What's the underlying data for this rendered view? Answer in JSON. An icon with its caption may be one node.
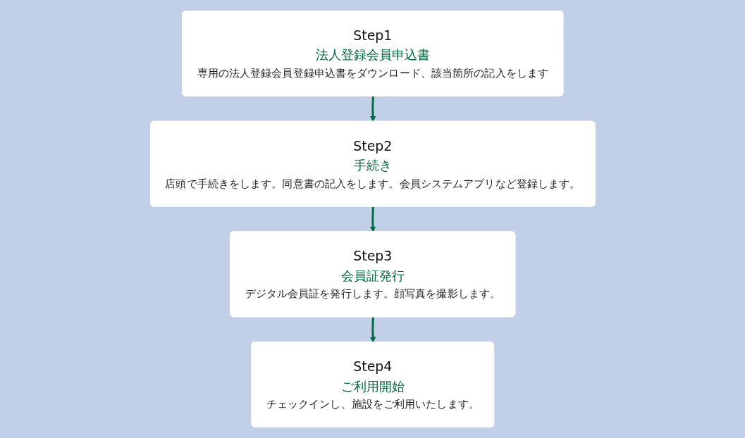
{
  "diagram": {
    "nodes": [
      {
        "text": [
          "Step1",
          "法人登録会員申込書",
          "専用の法人登録会員登録申込書をダウンロード、該当箇所の記入をします"
        ]
      },
      {
        "text": [
          "Step2",
          "手続き",
          "店頭で手続きをします。同意書の記入をします。会員システムアプリなど登録します。"
        ]
      },
      {
        "text": [
          "Step3",
          "会員証発行",
          "デジタル会員証を発行します。顔写真を撮影します。"
        ]
      },
      {
        "text": [
          "Step4",
          "ご利用開始",
          "チェックインし、施設をご利用いたします。"
        ]
      }
    ],
    "edges": [
      {
        "from": 0,
        "to": 1,
        "arrow": "to"
      },
      {
        "from": 1,
        "to": 2,
        "arrow": "to"
      },
      {
        "from": 2,
        "to": 3,
        "arrow": "to"
      }
    ]
  }
}
